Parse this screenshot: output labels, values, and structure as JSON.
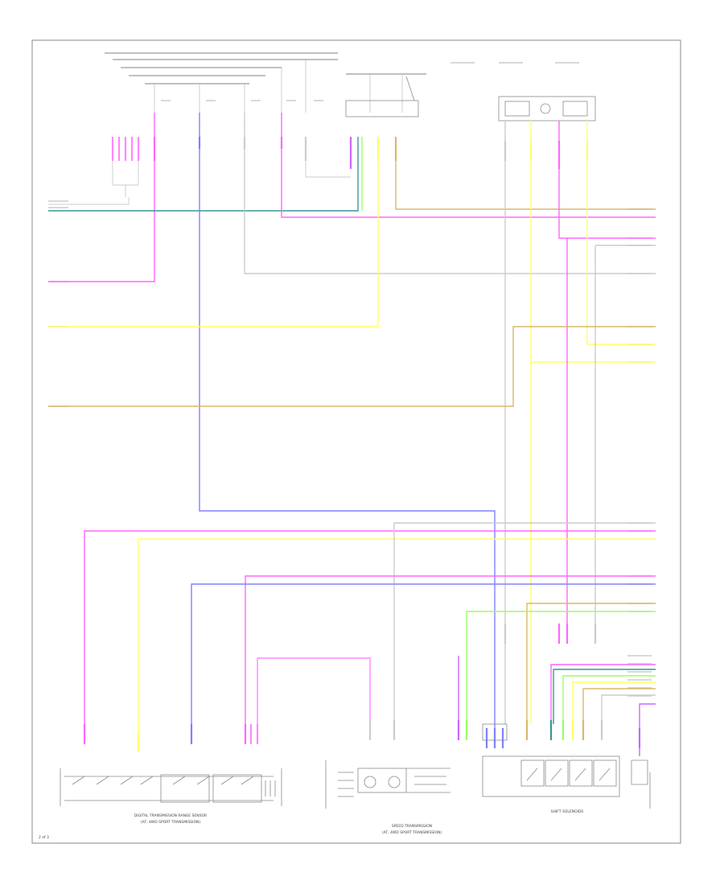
{
  "diagram": {
    "page_number": "2 of 3",
    "colors": {
      "pink": "#ff66ff",
      "yellow": "#ffff66",
      "blue": "#8080ff",
      "teal": "#339999",
      "green": "#99ff66",
      "tan": "#d9b86b",
      "gray": "#bbbbbb",
      "purple": "#cc66ff"
    },
    "components": {
      "digital_range_sensor": "DIGITAL TRANSMISSION RANGE SENSOR",
      "digital_range_sensor_sub": "(AT, 4WD SPORT TRANSMISSION)",
      "speed_sensor": "SPEED TRANSMISSION",
      "speed_sensor_sub": "(AT, 4WD SPORT TRANSMISSION)",
      "shift_solenoids": "SHIFT SOLENOIDS"
    }
  }
}
